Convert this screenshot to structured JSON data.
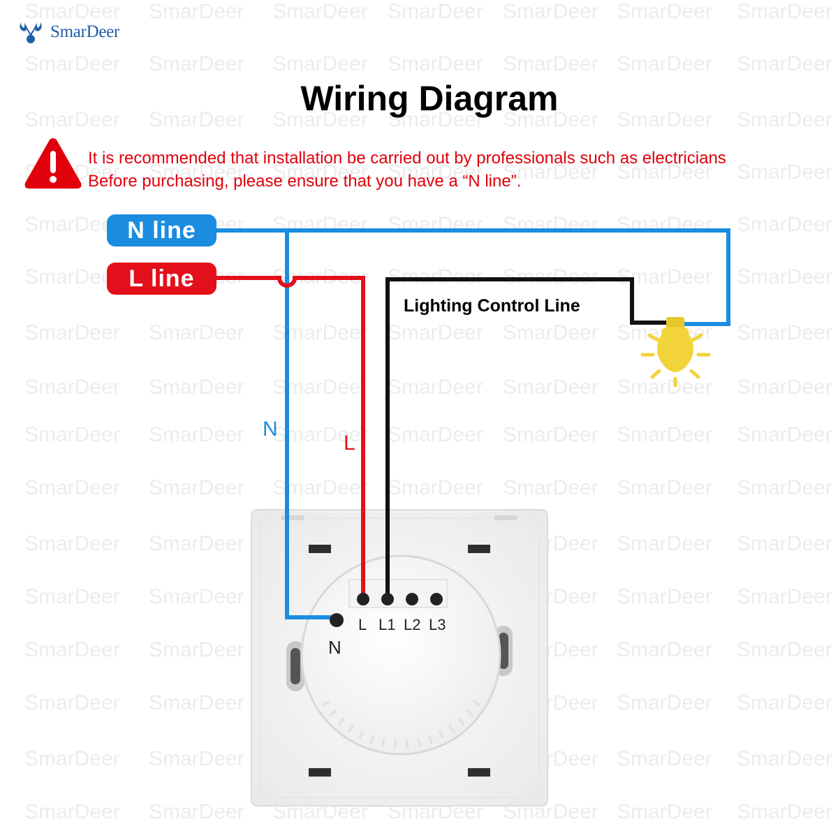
{
  "brand": {
    "name": "SmarDeer",
    "logo_icon": "deer-icon"
  },
  "watermark": "SmarDeer",
  "title": "Wiring Diagram",
  "warning": {
    "icon": "warning-triangle-icon",
    "line1": "It is recommended that installation be carried out by professionals such as electricians",
    "line2": "Before purchasing, please ensure that you have a “N line”."
  },
  "labels": {
    "n_line": "N  line",
    "l_line": "L  line",
    "n_wire": "N",
    "l_wire": "L",
    "lighting_control": "Lighting Control Line"
  },
  "terminals": {
    "n": "N",
    "l": "L",
    "l1": "L1",
    "l2": "L2",
    "l3": "L3"
  },
  "colors": {
    "neutral": "#1a8de0",
    "live": "#e3101c",
    "control": "#111111",
    "bulb": "#f3d33a",
    "warning": "#e0000b",
    "brand": "#1f5fa8"
  }
}
